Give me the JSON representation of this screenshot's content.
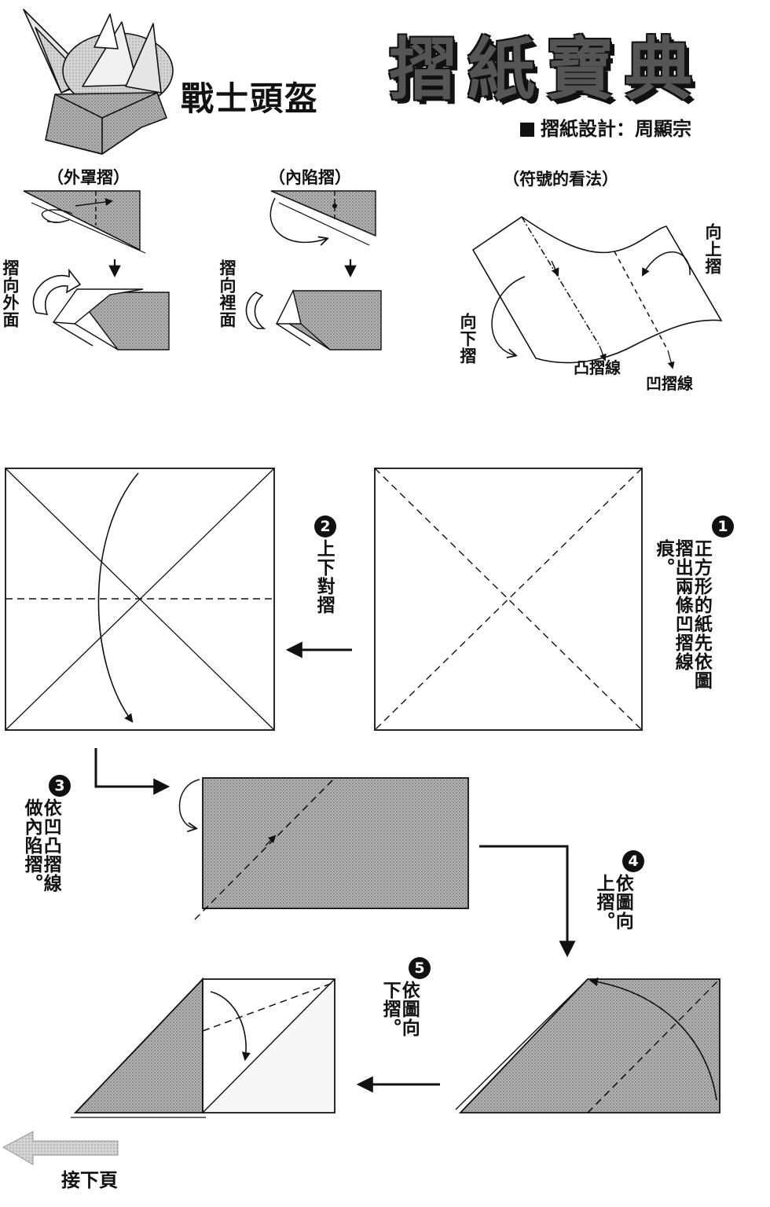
{
  "header": {
    "brand": "摺紙寶典",
    "model_title": "戰士頭盔",
    "designer": "摺紙設計：周顯宗"
  },
  "legend": {
    "outside_reverse": {
      "title": "（外罩摺）",
      "caption": "摺向外面"
    },
    "inside_reverse": {
      "title": "（內陷摺）",
      "caption": "摺向裡面"
    },
    "symbols": {
      "title": "（符號的看法）",
      "fold_up": "向上摺",
      "fold_down": "向下摺",
      "mountain_line": "凸摺線",
      "valley_line": "凹摺線"
    }
  },
  "steps": [
    {
      "num": "1",
      "text": "正方形的紙先依圖摺出兩條凹摺線痕。"
    },
    {
      "num": "2",
      "text": "上下對摺"
    },
    {
      "num": "3",
      "text": "依凹凸摺線做內陷摺。"
    },
    {
      "num": "4",
      "text": "依圖向上摺。"
    },
    {
      "num": "5",
      "text": "依圖向下摺。"
    }
  ],
  "footer": {
    "next_page": "接下頁"
  },
  "icons": [
    "helmet-illustration",
    "arrow-down-icon",
    "arrow-left-icon",
    "arrow-right-icon",
    "next-page-arrow-icon"
  ],
  "colors": {
    "ink": "#111111",
    "screen_tone": "#a9a9a9",
    "paper": "#ffffff"
  }
}
